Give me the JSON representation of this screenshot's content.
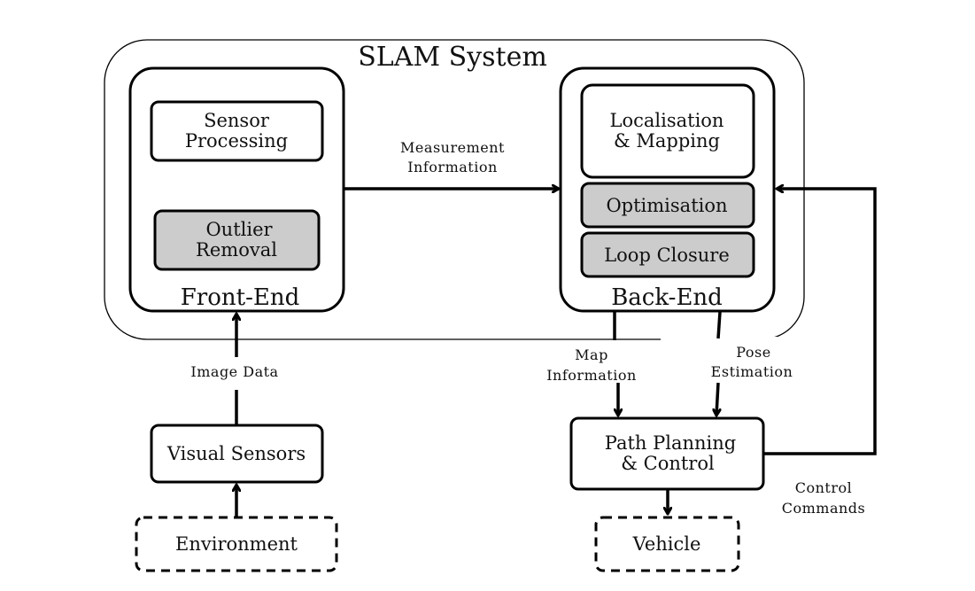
{
  "diagram": {
    "title": "SLAM System",
    "front_end": {
      "label": "Front-End",
      "sensor_processing": [
        "Sensor",
        "Processing"
      ],
      "outlier_removal": [
        "Outlier",
        "Removal"
      ]
    },
    "back_end": {
      "label": "Back-End",
      "localisation_mapping": [
        "Localisation",
        "& Mapping"
      ],
      "optimisation": "Optimisation",
      "loop_closure": "Loop Closure"
    },
    "edges": {
      "measurement_information": [
        "Measurement",
        "Information"
      ],
      "image_data": "Image Data",
      "map_information": [
        "Map",
        "Information"
      ],
      "pose_estimation": [
        "Pose",
        "Estimation"
      ],
      "control_commands": [
        "Control",
        "Commands"
      ]
    },
    "nodes": {
      "visual_sensors": "Visual Sensors",
      "environment": "Environment",
      "path_planning": [
        "Path Planning",
        "& Control"
      ],
      "vehicle": "Vehicle"
    },
    "colors": {
      "stroke": "#000000",
      "highlight_fill": "#cccccc",
      "background": "#ffffff"
    }
  }
}
